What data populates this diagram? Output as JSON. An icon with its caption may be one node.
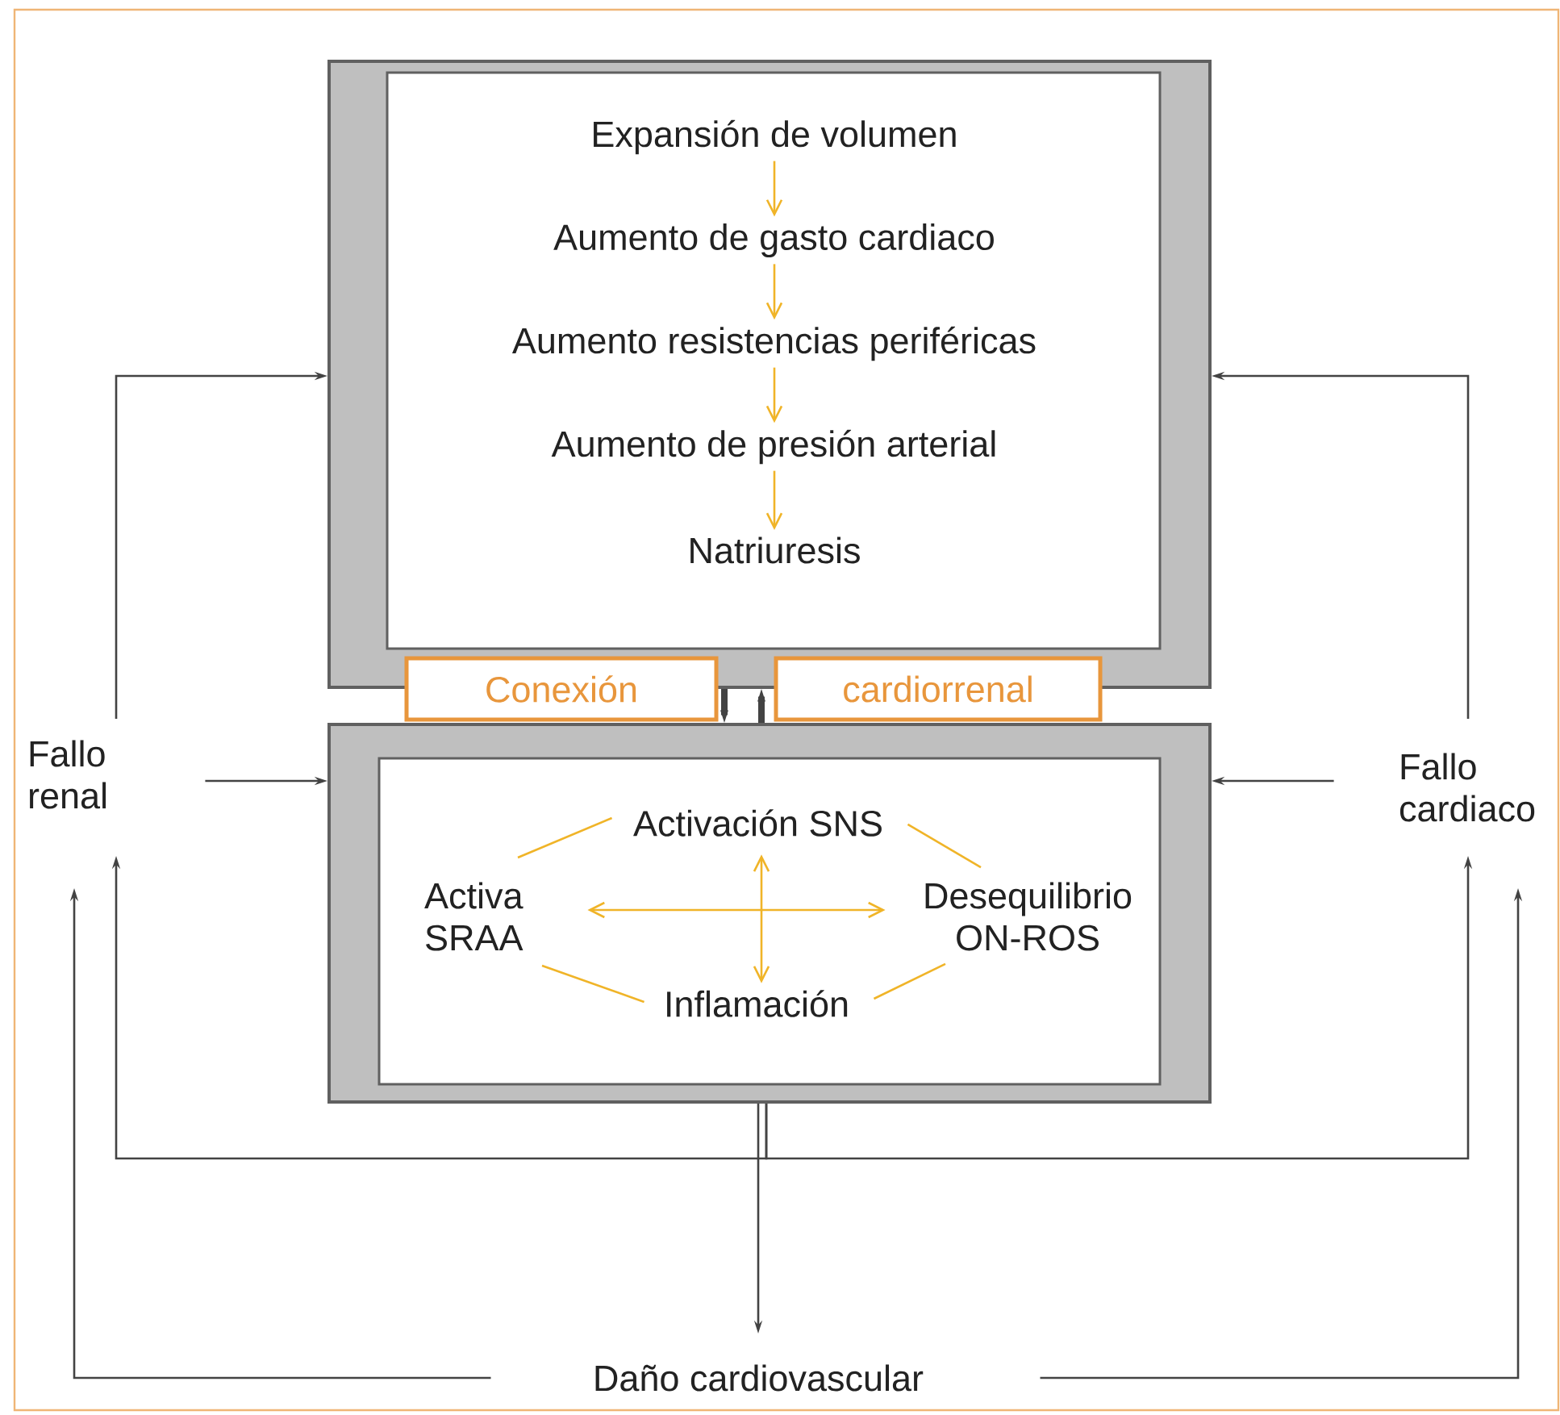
{
  "diagram": {
    "nodes": [
      {
        "text": [],
        "shape": "box"
      },
      {
        "text": [
          "Expansión de volumen"
        ],
        "in": 0
      },
      {
        "text": [
          "Aumento de gasto cardiaco"
        ],
        "in": 0
      },
      {
        "text": [
          "Aumento resistencias periféricas"
        ],
        "in": 0
      },
      {
        "text": [
          "Aumento de presión arterial"
        ],
        "in": 0
      },
      {
        "text": [
          "Natriuresis"
        ],
        "in": 0
      },
      {
        "text": [
          "Conexión"
        ]
      },
      {
        "text": [
          "cardiorrenal"
        ]
      },
      {
        "text": [],
        "shape": "box"
      },
      {
        "text": [
          "Activación SNS"
        ],
        "in": 8
      },
      {
        "text": [
          "Activa SRAA"
        ],
        "in": 8
      },
      {
        "text": [
          "Desequilibrio ON-ROS"
        ],
        "in": 8
      },
      {
        "text": [
          "Inflamación"
        ],
        "in": 8
      },
      {
        "text": [
          "Fallo renal"
        ]
      },
      {
        "text": [
          "Fallo cardiaco"
        ]
      },
      {
        "text": [
          "Daño cardiovascular"
        ]
      }
    ],
    "edges": [
      {
        "from": 1,
        "to": 2,
        "arrow": "to",
        "color": "#f0b428"
      },
      {
        "from": 2,
        "to": 3,
        "arrow": "to",
        "color": "#f0b428"
      },
      {
        "from": 3,
        "to": 4,
        "arrow": "to",
        "color": "#f0b428"
      },
      {
        "from": 4,
        "to": 5,
        "arrow": "to",
        "color": "#f0b428"
      },
      {
        "from": 0,
        "to": 8,
        "arrow": "to",
        "style": "thick"
      },
      {
        "from": 8,
        "to": 0,
        "arrow": "to",
        "style": "thick"
      },
      {
        "from": 13,
        "to": 0,
        "arrow": "to"
      },
      {
        "from": 13,
        "to": 8,
        "arrow": "to"
      },
      {
        "from": 14,
        "to": 0,
        "arrow": "to"
      },
      {
        "from": 14,
        "to": 8,
        "arrow": "to"
      },
      {
        "from": 8,
        "to": 15,
        "arrow": "to"
      },
      {
        "from": 8,
        "to": 13,
        "arrow": "to"
      },
      {
        "from": 8,
        "to": 14,
        "arrow": "to"
      },
      {
        "from": 15,
        "to": 13,
        "arrow": "to"
      },
      {
        "from": 15,
        "to": 14,
        "arrow": "to"
      },
      {
        "from": 9,
        "to": 10,
        "arrow": "none",
        "color": "#f0b428"
      },
      {
        "from": 9,
        "to": 11,
        "arrow": "none",
        "color": "#f0b428"
      },
      {
        "from": 10,
        "to": 12,
        "arrow": "none",
        "color": "#f0b428"
      },
      {
        "from": 12,
        "to": 11,
        "arrow": "none",
        "color": "#f0b428"
      },
      {
        "from": 10,
        "to": 11,
        "arrow": "both",
        "color": "#f0b428"
      },
      {
        "from": 9,
        "to": 12,
        "arrow": "both",
        "color": "#f0b428"
      }
    ]
  }
}
